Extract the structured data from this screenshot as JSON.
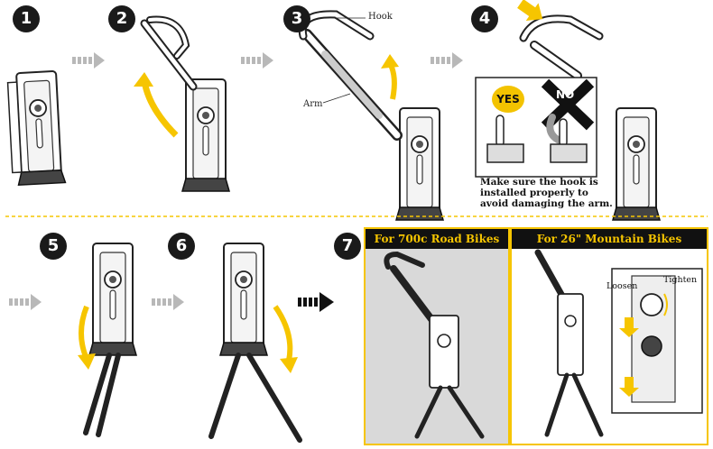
{
  "steps": [
    "1",
    "2",
    "3",
    "4",
    "5",
    "6",
    "7"
  ],
  "callouts": {
    "hook": "Hook",
    "arm": "Arm"
  },
  "check": {
    "yes": "YES",
    "no": "NO"
  },
  "note": "Make sure the hook is installed properly to avoid damaging the arm.",
  "panels": {
    "road": "For 700c Road Bikes",
    "mountain": "For 26\" Mountain Bikes"
  },
  "adjust": {
    "loosen": "Loosen",
    "tighten": "Tighten"
  },
  "icons": [
    "step-arrow-icon",
    "rotate-arrow-icon",
    "press-down-arrow-icon",
    "x-mark-icon"
  ],
  "colors": {
    "accent": "#f6c500",
    "ink": "#1a1a1a",
    "panel_bg": "#d9d9d9",
    "arrow_gray": "#b8b8b8"
  }
}
